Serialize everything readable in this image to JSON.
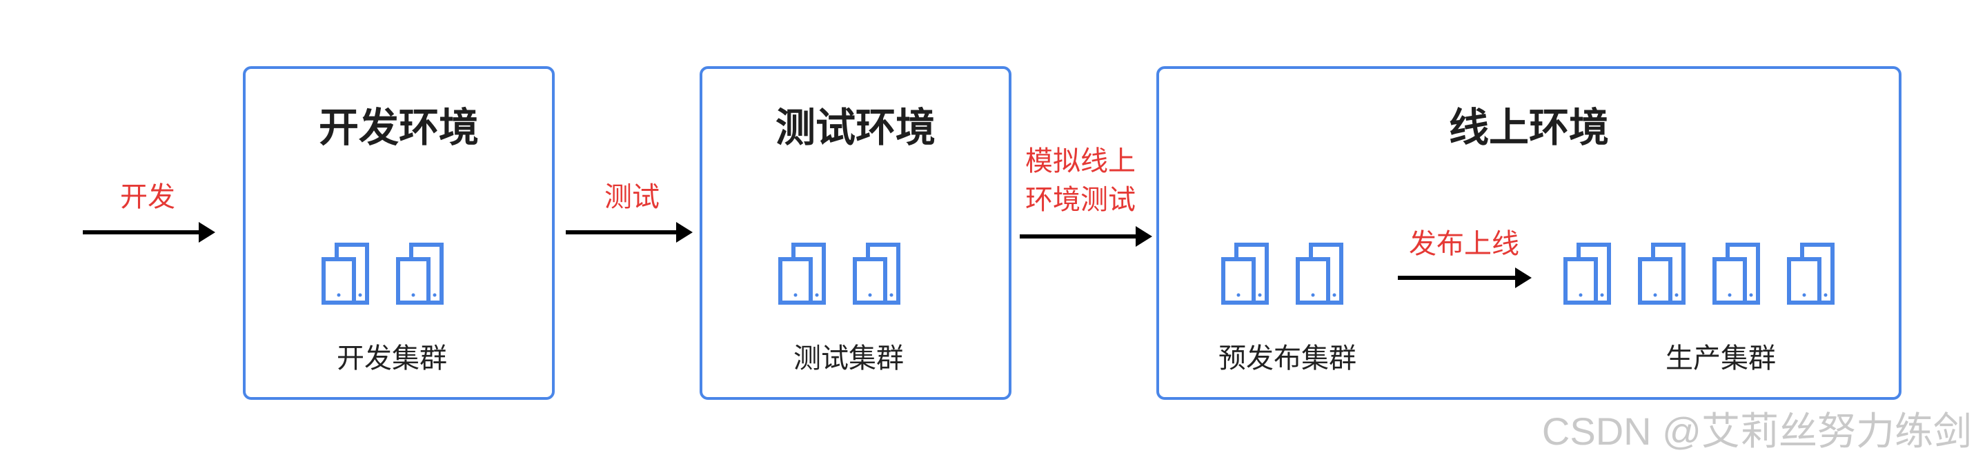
{
  "colors": {
    "box_border": "#4a86e8",
    "flow_label": "#e53935",
    "icon": "#4a86e8"
  },
  "environments": {
    "dev": {
      "title": "开发环境",
      "cluster": "开发集群"
    },
    "test": {
      "title": "测试环境",
      "cluster": "测试集群"
    },
    "prod": {
      "title": "线上环境",
      "pre_cluster": "预发布集群",
      "prod_cluster": "生产集群"
    }
  },
  "flow_labels": {
    "develop": "开发",
    "test": "测试",
    "simulate_line1": "模拟线上",
    "simulate_line2": "环境测试",
    "release": "发布上线"
  },
  "icons": {
    "server": "server-pair-icon"
  },
  "watermark": "CSDN @艾莉丝努力练剑"
}
